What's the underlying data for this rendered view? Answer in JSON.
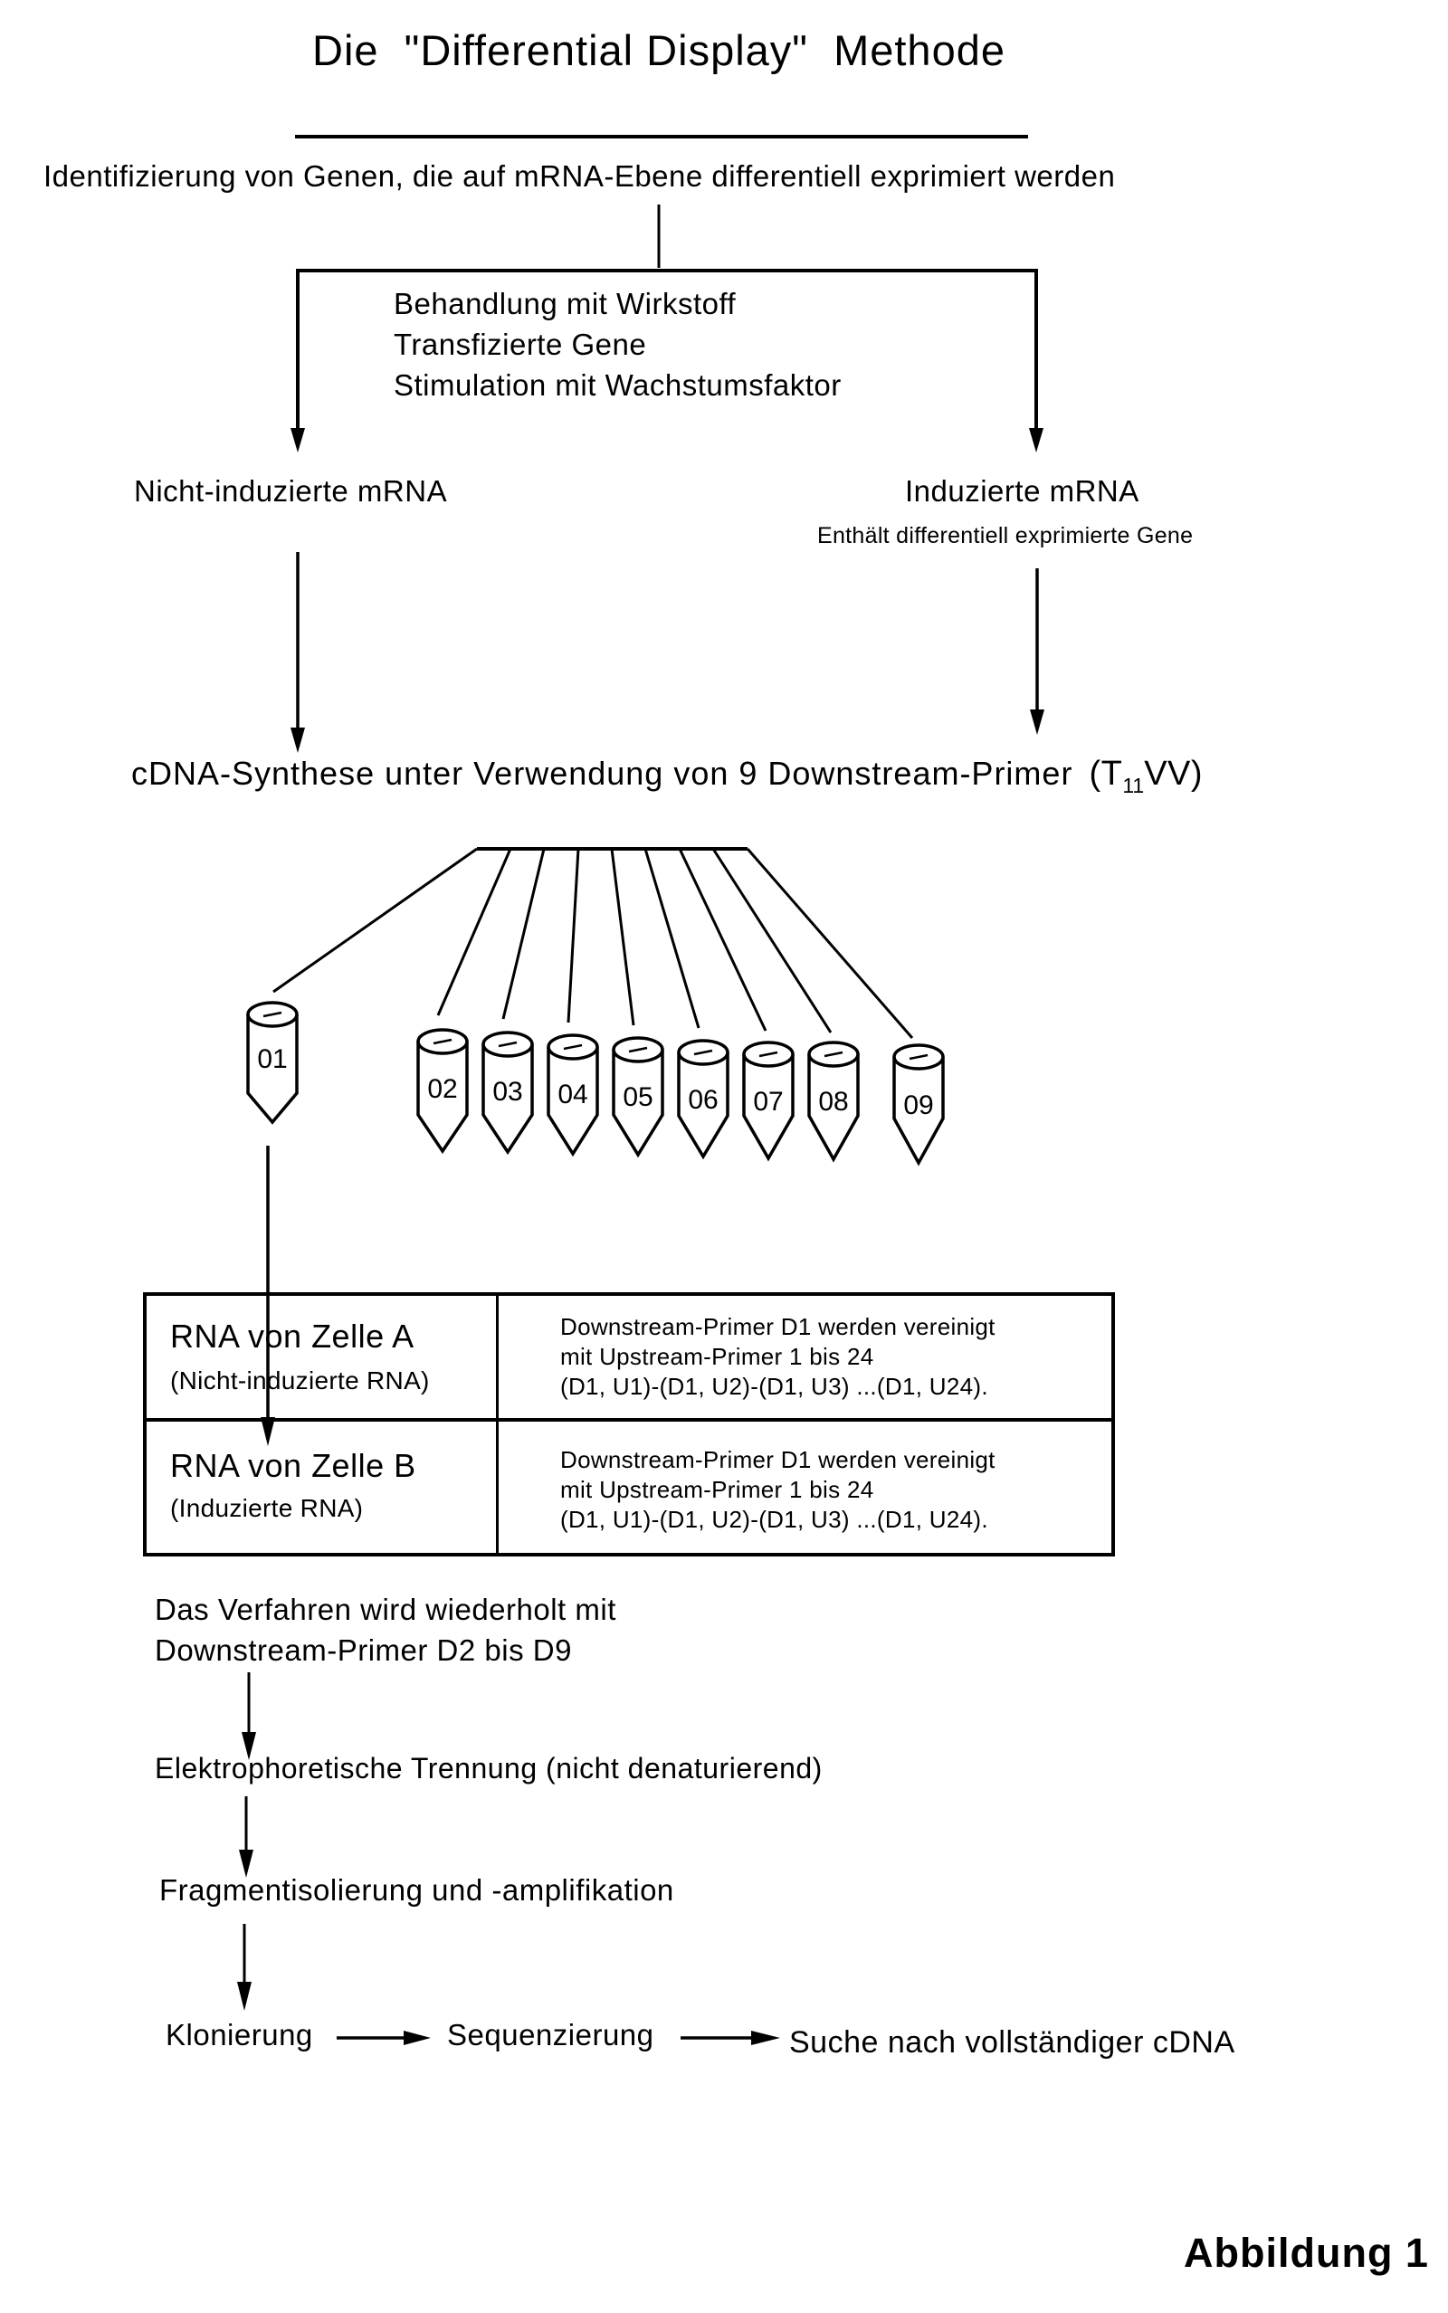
{
  "header": {
    "title": "Die  \"Differential Display\"  Methode",
    "subtitle": "Identifizierung von Genen, die auf mRNA-Ebene differentiell exprimiert werden"
  },
  "induction": {
    "box_lines": [
      "Behandlung mit Wirkstoff",
      "Transfizierte Gene",
      "Stimulation mit Wachstumsfaktor"
    ],
    "left_label": "Nicht-induzierte mRNA",
    "right_label": "Induzierte mRNA",
    "right_note": "Enthält differentiell exprimierte Gene"
  },
  "cdna": {
    "text": "cDNA-Synthese unter Verwendung von 9 Downstream-Primer",
    "formula_open": "(T",
    "formula_sub": "11",
    "formula_close": "VV)"
  },
  "tubes": {
    "labels": [
      "01",
      "02",
      "03",
      "04",
      "05",
      "06",
      "07",
      "08",
      "09"
    ]
  },
  "pcr_table": {
    "rows": [
      {
        "sample": "RNA von Zelle A",
        "sample_note": "(Nicht-induzierte RNA)",
        "primer_lines": [
          "Downstream-Primer D1 werden vereinigt",
          "mit Upstream-Primer 1 bis 24",
          "(D1, U1)-(D1, U2)-(D1, U3) ...(D1, U24)."
        ]
      },
      {
        "sample": "RNA von Zelle B",
        "sample_note": "(Induzierte RNA)",
        "primer_lines": [
          "Downstream-Primer D1 werden vereinigt",
          "mit Upstream-Primer 1 bis 24",
          "(D1, U1)-(D1, U2)-(D1, U3) ...(D1, U24)."
        ]
      }
    ]
  },
  "steps": {
    "repeat_line1": "Das Verfahren wird wiederholt mit",
    "repeat_line2": "Downstream-Primer D2 bis D9",
    "electrophoresis": "Elektrophoretische Trennung (nicht denaturierend)",
    "fragment": "Fragmentisolierung und -amplifikation",
    "cloning": "Klonierung",
    "sequencing": "Sequenzierung",
    "search": "Suche nach vollständiger cDNA"
  },
  "figure_label": "Abbildung 1",
  "colors": {
    "ink": "#000000",
    "paper": "#ffffff"
  }
}
